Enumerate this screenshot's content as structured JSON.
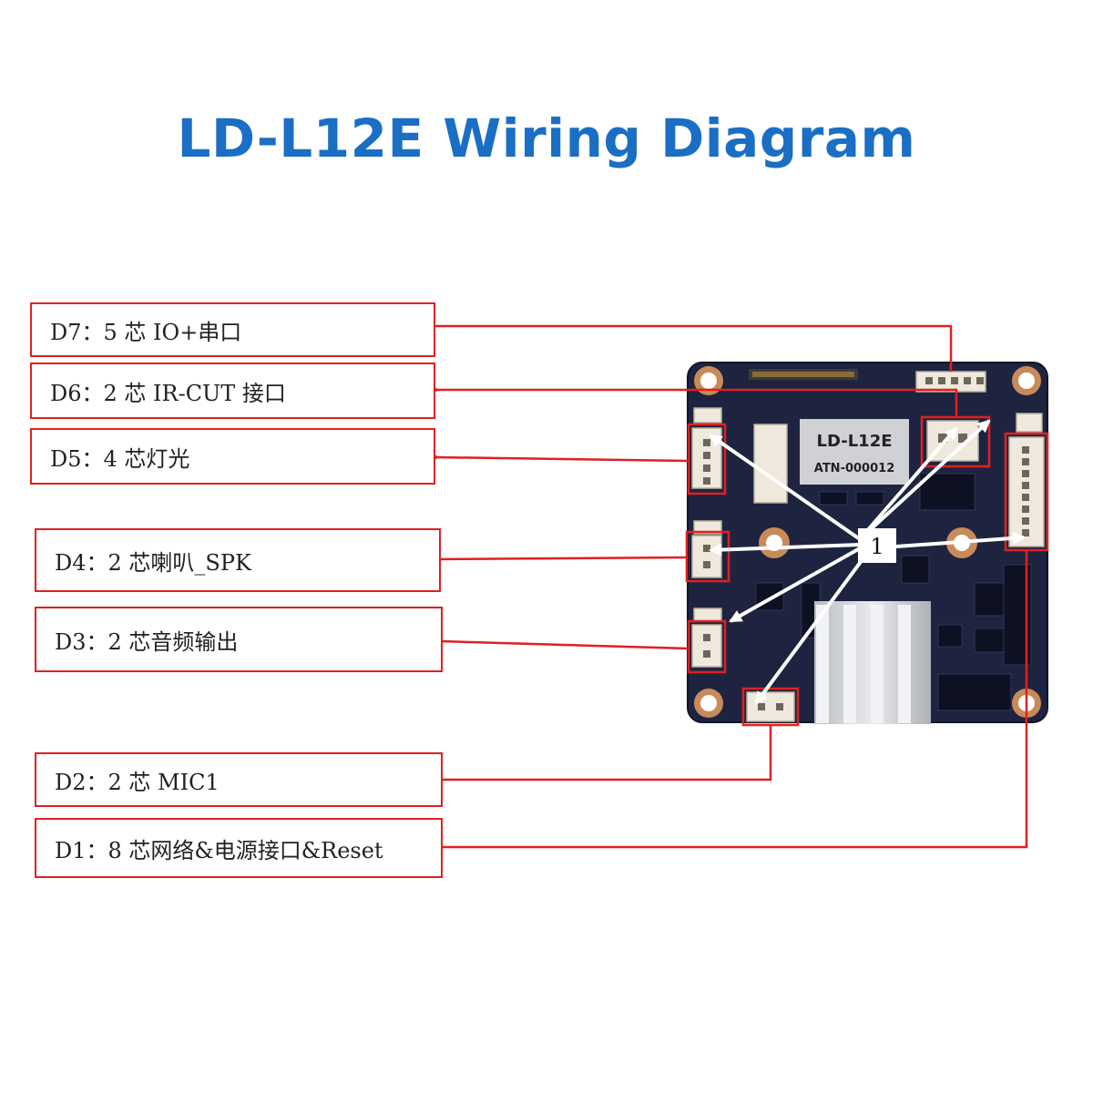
{
  "title": "LD-L12E Wiring Diagram",
  "colors": {
    "title": "#1a6fc4",
    "callout": "#e02020",
    "pointer": "#ffffff",
    "board": "#1e2440"
  },
  "board": {
    "chip_model": "LD-L12E",
    "chip_id": "ATN-000012",
    "hub_label": "1"
  },
  "connectors": [
    {
      "id": "D7",
      "label": "D7：5 芯 IO+串口"
    },
    {
      "id": "D6",
      "label": "D6：2 芯 IR-CUT 接口"
    },
    {
      "id": "D5",
      "label": "D5：4 芯灯光"
    },
    {
      "id": "D4",
      "label": "D4：2 芯喇叭_SPK"
    },
    {
      "id": "D3",
      "label": "D3：2 芯音频输出"
    },
    {
      "id": "D2",
      "label": "D2：2 芯 MIC1"
    },
    {
      "id": "D1",
      "label": "D1：8 芯网络&电源接口&Reset"
    }
  ]
}
